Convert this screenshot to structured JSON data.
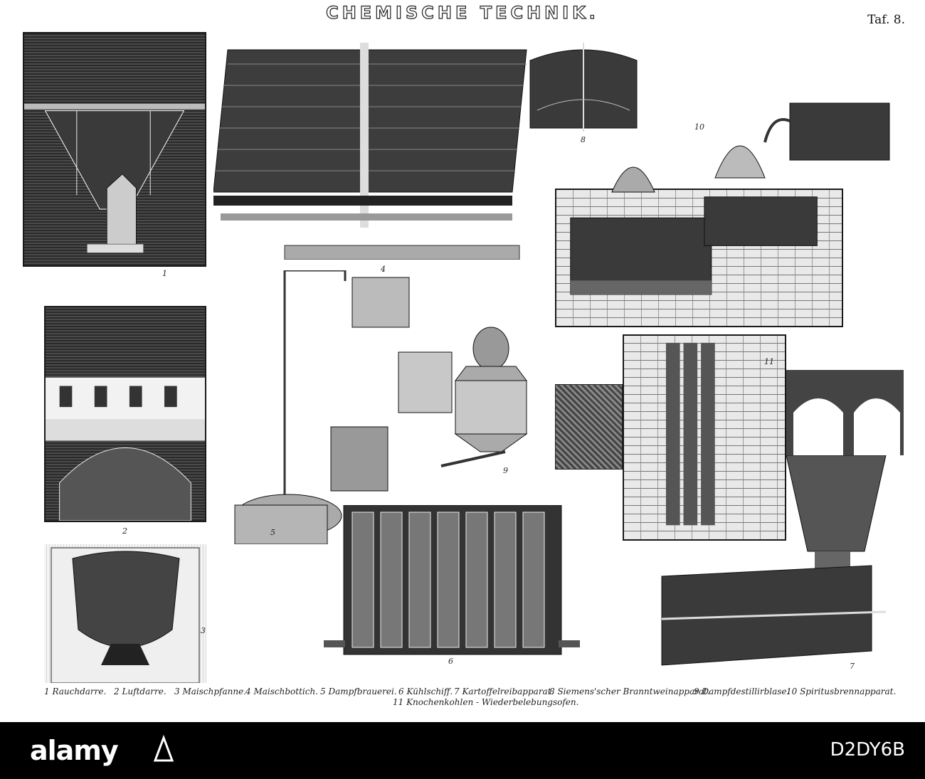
{
  "header": {
    "title": "CHEMISCHE TECHNIK.",
    "plate": "Taf. 8."
  },
  "figures": [
    {
      "number": "1"
    },
    {
      "number": "2"
    },
    {
      "number": "3"
    },
    {
      "number": "4"
    },
    {
      "number": "5"
    },
    {
      "number": "6"
    },
    {
      "number": "7"
    },
    {
      "number": "8"
    },
    {
      "number": "9"
    },
    {
      "number": "10"
    },
    {
      "number": "11"
    }
  ],
  "captions": [
    "1 Rauchdarre.",
    "2 Luftdarre.",
    "3 Maischpfanne.",
    "4 Maischbottich.",
    "5 Dampfbrauerei.",
    "6 Kühlschiff.",
    "7 Kartoffelreibapparat.",
    "8 Siemens'scher Branntweinapparat.",
    "9 Dampfdestillirblase.",
    "10 Spiritusbrennapparat.",
    "11 Knochenkohlen - Wiederbelebungsofen."
  ],
  "watermark": {
    "brand": "alamy",
    "image_id": "D2DY6B"
  },
  "colors": {
    "ink": "#111111",
    "paper": "#ffffff",
    "watermark_bg": "#000000"
  }
}
